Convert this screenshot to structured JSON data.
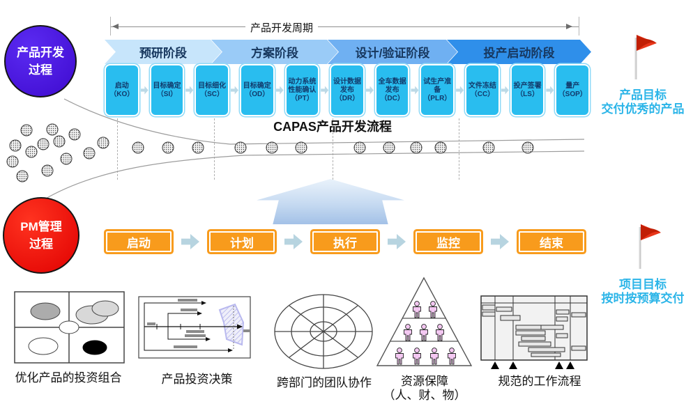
{
  "dev_cycle": {
    "label": "产品开发周期"
  },
  "dev_process": {
    "circle_line1": "产品开发",
    "circle_line2": "过程",
    "phases": [
      "预研阶段",
      "方案阶段",
      "设计/验证阶段",
      "投产启动阶段"
    ],
    "milestones": [
      "启动（KO）",
      "目标确定（SI）",
      "目标细化（SC）",
      "目标确定（OD）",
      "动力系统性能确认（PT）",
      "设计数据发布（DR）",
      "全车数据发布（DC）",
      "试生产准备（PLR）",
      "文件冻结（CC）",
      "投产签署（LS）",
      "量产（SOP）"
    ],
    "flow_label": "CAPAS产品开发流程"
  },
  "pm_process": {
    "circle_line1": "PM管理",
    "circle_line2": "过程",
    "steps": [
      "启动",
      "计划",
      "执行",
      "监控",
      "结束"
    ]
  },
  "goals": {
    "product": [
      "产品目标",
      "交付优秀的产品"
    ],
    "project": [
      "项目目标",
      "按时按预算交付"
    ]
  },
  "bottom_captions": {
    "portfolio": "优化产品的投资组合",
    "decision": "产品投资决策",
    "teamwork": "跨部门的团队协作",
    "resource_line1": "资源保障",
    "resource_line2": "（人、财、物）",
    "workflow": "规范的工作流程"
  },
  "colors": {
    "dev_circle": "#4814E0",
    "pm_circle": "#EE0000",
    "phase_1": "#C7E5FB",
    "phase_2": "#9ACBF7",
    "phase_3": "#6FB0F2",
    "phase_4": "#2F8FEA",
    "phase_text": "#17375E",
    "milestone_box": "#29BDEF",
    "pm_step": "#F89B1C",
    "goal_text": "#2CB5E8",
    "flag_red": "#E8361A"
  }
}
